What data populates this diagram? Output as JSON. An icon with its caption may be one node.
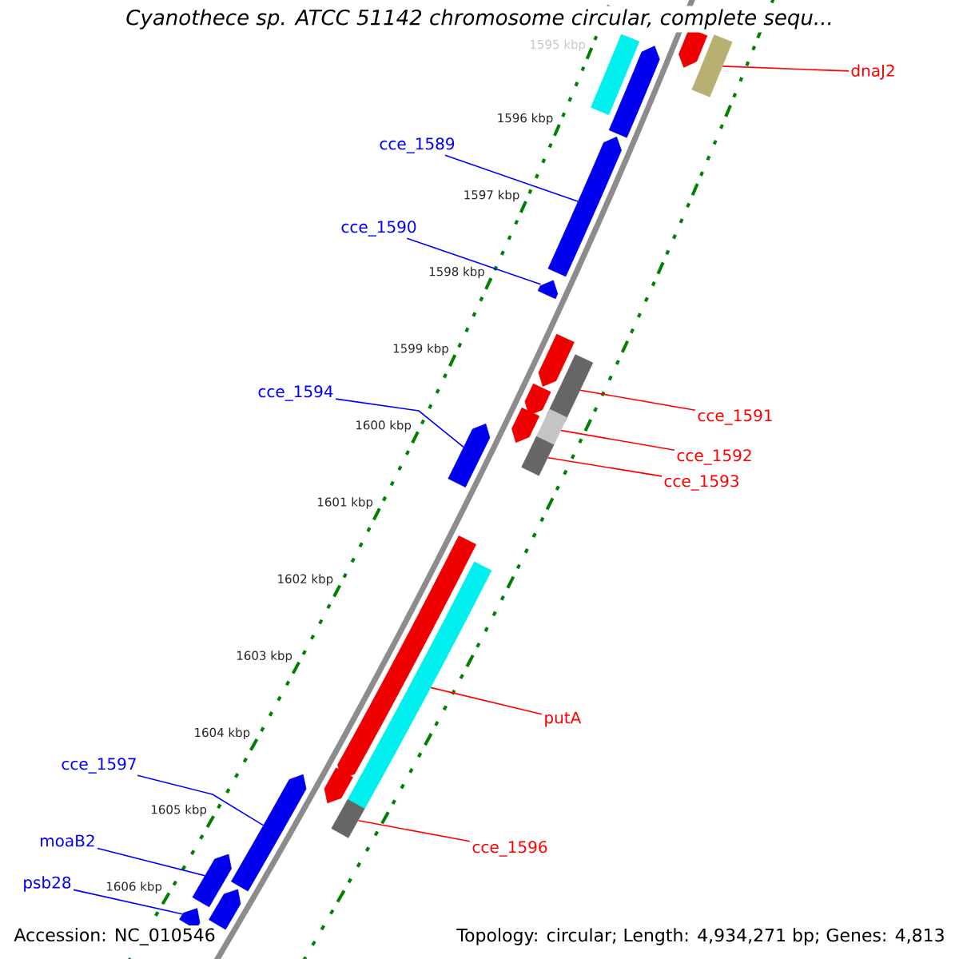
{
  "diagram": {
    "title": "Cyanothece sp. ATCC 51142 chromosome circular, complete sequ...",
    "nodes": [
      {
        "text": [
          "dnaJ2"
        ]
      },
      {
        "text": [
          "cce_1589"
        ]
      },
      {
        "text": [
          "cce_1590"
        ]
      },
      {
        "text": [
          "cce_1594"
        ]
      },
      {
        "text": [
          "cce_1591"
        ]
      },
      {
        "text": [
          "cce_1592"
        ]
      },
      {
        "text": [
          "cce_1593"
        ]
      },
      {
        "text": [
          "putA"
        ]
      },
      {
        "text": [
          "cce_1597"
        ]
      },
      {
        "text": [
          "cce_1596"
        ]
      },
      {
        "text": [
          "moaB2"
        ]
      },
      {
        "text": [
          "psb28"
        ]
      },
      {
        "text": [],
        "shape": "bar"
      },
      {
        "text": [],
        "shape": "bar"
      },
      {
        "text": [],
        "shape": "bar"
      },
      {
        "text": [],
        "shape": "bar"
      },
      {
        "text": [],
        "shape": "bar"
      },
      {
        "text": [],
        "shape": "bar"
      },
      {
        "text": [],
        "shape": "bar"
      },
      {
        "text": [],
        "shape": "bar"
      },
      {
        "text": [],
        "shape": "bar"
      },
      {
        "text": [],
        "shape": "bar"
      },
      {
        "text": [],
        "shape": "bar"
      },
      {
        "text": [],
        "shape": "bar"
      },
      {
        "text": [],
        "shape": "bar"
      },
      {
        "text": [],
        "shape": "bar"
      },
      {
        "text": [],
        "shape": "bar"
      },
      {
        "text": [],
        "shape": "bar"
      },
      {
        "text": [],
        "shape": "bar"
      },
      {
        "text": [],
        "shape": "bar"
      },
      {
        "text": [],
        "shape": "bar"
      },
      {
        "text": [],
        "shape": "bar"
      },
      {
        "text": [],
        "shape": "bar"
      }
    ],
    "edges": [
      {
        "from": 0,
        "to": 14,
        "arrow": "none",
        "color": "#ff0000"
      },
      {
        "from": 1,
        "to": 16,
        "arrow": "none",
        "color": "#0000ff"
      },
      {
        "from": 2,
        "to": 17,
        "arrow": "none",
        "color": "#0000ff"
      },
      {
        "from": 3,
        "to": 24,
        "arrow": "none",
        "color": "#0000ff"
      },
      {
        "from": 4,
        "to": 19,
        "arrow": "none",
        "color": "#ff0000"
      },
      {
        "from": 5,
        "to": 21,
        "arrow": "none",
        "color": "#ff0000"
      },
      {
        "from": 6,
        "to": 23,
        "arrow": "none",
        "color": "#ff0000"
      },
      {
        "from": 7,
        "to": 26,
        "arrow": "none",
        "color": "#ff0000"
      },
      {
        "from": 8,
        "to": 28,
        "arrow": "none",
        "color": "#0000ff"
      },
      {
        "from": 9,
        "to": 29,
        "arrow": "none",
        "color": "#ff0000"
      },
      {
        "from": 10,
        "to": 30,
        "arrow": "none",
        "color": "#0000ff"
      },
      {
        "from": 11,
        "to": 32,
        "arrow": "none",
        "color": "#0000ff"
      }
    ],
    "labels": [
      "1595 kbp",
      "1596 kbp",
      "1597 kbp",
      "1598 kbp",
      "1599 kbp",
      "1600 kbp",
      "1601 kbp",
      "1602 kbp",
      "1603 kbp",
      "1604 kbp",
      "1605 kbp",
      "1606 kbp",
      "Accession: NC_010546",
      "Topology: circular; Length: 4,934,271 bp; Genes: 4,813"
    ]
  }
}
